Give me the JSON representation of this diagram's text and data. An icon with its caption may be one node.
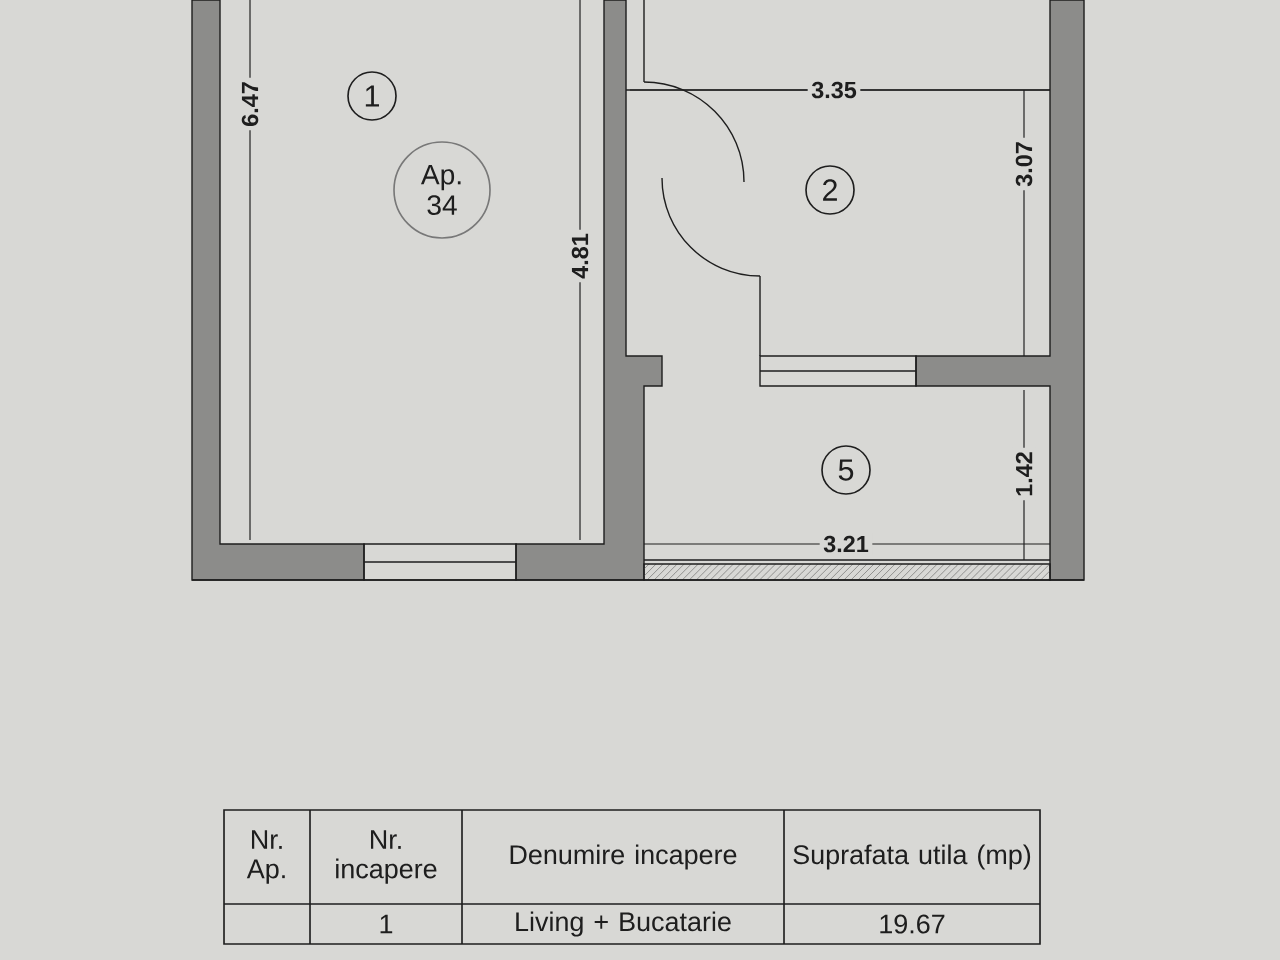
{
  "diagram": {
    "nodes": [
      {
        "text": [
          "1"
        ]
      },
      {
        "text": [
          "Ap. 34"
        ]
      },
      {
        "text": [
          "2"
        ]
      },
      {
        "text": [
          "5"
        ]
      }
    ],
    "labels": [
      "6.47",
      "4.81",
      "3.35",
      "3.07",
      "1.42",
      "3.21",
      "Nr. Ap.",
      "Nr. incapere",
      "Denumire incapere",
      "Suprafata utila (mp)",
      "1",
      "Living + Bucatarie",
      "19.67"
    ]
  }
}
